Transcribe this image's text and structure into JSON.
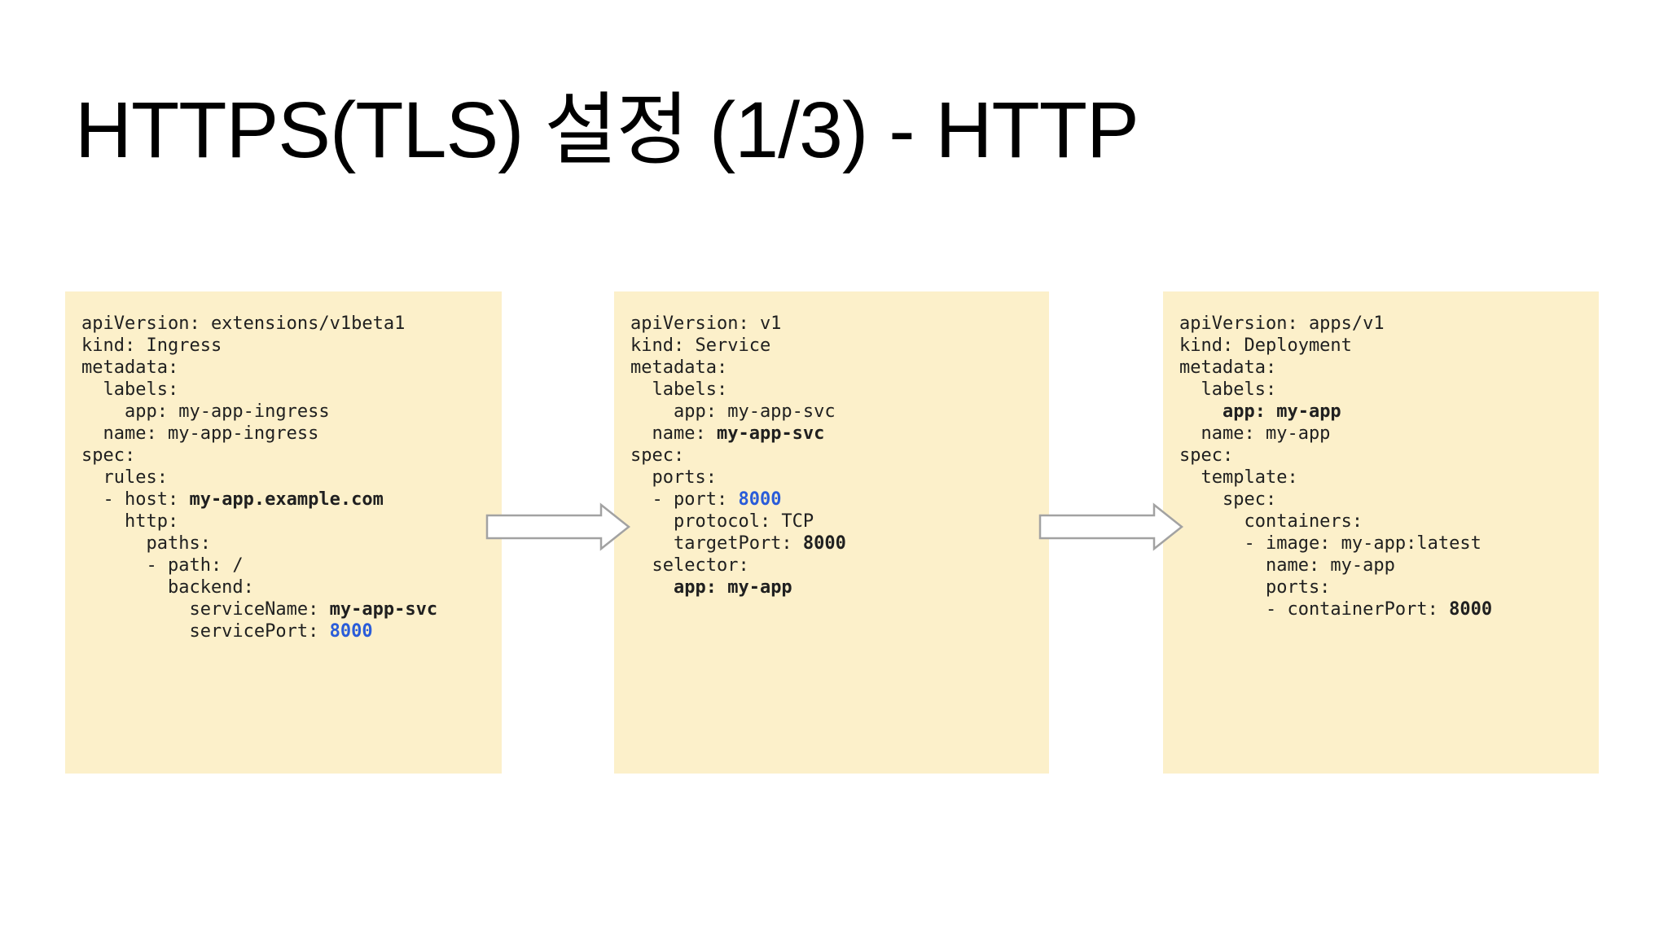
{
  "slide": {
    "title": "HTTPS(TLS) 설정 (1/3) - HTTP"
  },
  "colors": {
    "background": "#ffffff",
    "box_bg": "#FCF0CA",
    "code_text": "#202020",
    "accent_blue": "#2A5CD9",
    "arrow_fill": "#ffffff",
    "arrow_stroke": "#A2A2A2"
  },
  "icons": [
    {
      "name": "flow-arrow-icon",
      "shape": "right-arrow",
      "count": 2
    }
  ],
  "code_blocks": [
    {
      "kind": "Ingress",
      "lines": [
        [
          {
            "text": "apiVersion: extensions/v1beta1"
          }
        ],
        [
          {
            "text": "kind: Ingress"
          }
        ],
        [
          {
            "text": "metadata:"
          }
        ],
        [
          {
            "text": "  labels:"
          }
        ],
        [
          {
            "text": "    app: my-app-ingress"
          }
        ],
        [
          {
            "text": "  name: my-app-ingress"
          }
        ],
        [
          {
            "text": "spec:"
          }
        ],
        [
          {
            "text": "  rules:"
          }
        ],
        [
          {
            "text": "  - host: "
          },
          {
            "text": "my-app.example.com",
            "bold": true
          }
        ],
        [
          {
            "text": "    http:"
          }
        ],
        [
          {
            "text": "      paths:"
          }
        ],
        [
          {
            "text": "      - path: /"
          }
        ],
        [
          {
            "text": "        backend:"
          }
        ],
        [
          {
            "text": "          serviceName: "
          },
          {
            "text": "my-app-svc",
            "bold": true
          }
        ],
        [
          {
            "text": "          servicePort: "
          },
          {
            "text": "8000",
            "bold": true,
            "blue": true
          }
        ]
      ]
    },
    {
      "kind": "Service",
      "lines": [
        [
          {
            "text": "apiVersion: v1"
          }
        ],
        [
          {
            "text": "kind: Service"
          }
        ],
        [
          {
            "text": "metadata:"
          }
        ],
        [
          {
            "text": "  labels:"
          }
        ],
        [
          {
            "text": "    app: my-app-svc"
          }
        ],
        [
          {
            "text": "  name: "
          },
          {
            "text": "my-app-svc",
            "bold": true
          }
        ],
        [
          {
            "text": "spec:"
          }
        ],
        [
          {
            "text": "  ports:"
          }
        ],
        [
          {
            "text": "  - port: "
          },
          {
            "text": "8000",
            "bold": true,
            "blue": true
          }
        ],
        [
          {
            "text": "    protocol: TCP"
          }
        ],
        [
          {
            "text": "    targetPort: "
          },
          {
            "text": "8000",
            "bold": true
          }
        ],
        [
          {
            "text": "  selector:"
          }
        ],
        [
          {
            "text": "    "
          },
          {
            "text": "app: my-app",
            "bold": true
          }
        ]
      ]
    },
    {
      "kind": "Deployment",
      "lines": [
        [
          {
            "text": "apiVersion: apps/v1"
          }
        ],
        [
          {
            "text": "kind: Deployment"
          }
        ],
        [
          {
            "text": "metadata:"
          }
        ],
        [
          {
            "text": "  labels:"
          }
        ],
        [
          {
            "text": "    "
          },
          {
            "text": "app: my-app",
            "bold": true
          }
        ],
        [
          {
            "text": "  name: my-app"
          }
        ],
        [
          {
            "text": "spec:"
          }
        ],
        [
          {
            "text": "  template:"
          }
        ],
        [
          {
            "text": "    spec:"
          }
        ],
        [
          {
            "text": "      containers:"
          }
        ],
        [
          {
            "text": "      - image: my-app:latest"
          }
        ],
        [
          {
            "text": "        name: my-app"
          }
        ],
        [
          {
            "text": "        ports:"
          }
        ],
        [
          {
            "text": "        - containerPort: "
          },
          {
            "text": "8000",
            "bold": true
          }
        ]
      ]
    }
  ]
}
